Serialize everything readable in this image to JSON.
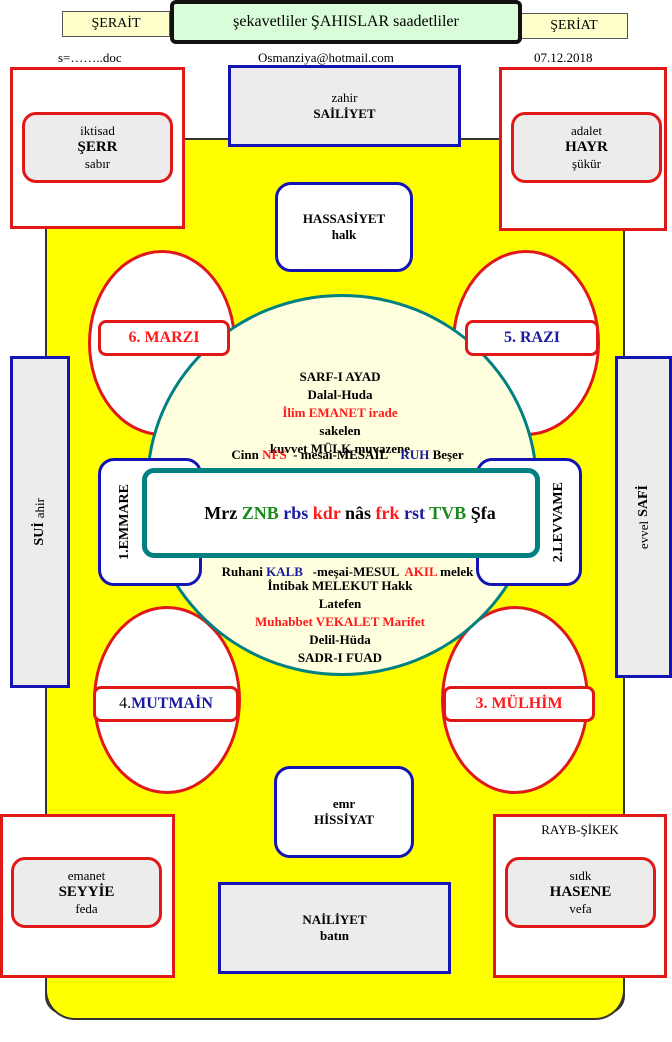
{
  "header": {
    "left_tab": "ŞERAİT",
    "right_tab": "ŞERİAT",
    "title": "şekavetliler  ŞAHISLAR  saadetliler",
    "file": "s=……..doc",
    "email": "Osmanziya@hotmail.com",
    "date": "07.12.2018"
  },
  "top_center": {
    "line1": "zahir",
    "line2": "SAİLİYET"
  },
  "bottom_center": {
    "line1": "NAİLİYET",
    "line2": "batın"
  },
  "hassasiyet": {
    "line1": "HASSASİYET",
    "line2": "halk"
  },
  "hissiyat": {
    "line1": "emr",
    "line2": "HİSSİYAT"
  },
  "corner_tl": {
    "line1": "iktisad",
    "line2": "ŞERR",
    "line3": "sabır"
  },
  "corner_tr": {
    "line1": "adalet",
    "line2": "HAYR",
    "line3": "şükür"
  },
  "corner_bl": {
    "line1": "emanet",
    "line2": "SEYYİE",
    "line3": "feda"
  },
  "corner_br": {
    "top": "RAYB-ŞİKEK",
    "line1": "sıdk",
    "line2": "HASENE",
    "line3": "vefa"
  },
  "left_side": {
    "line1": "SUİ",
    "line2": "ahir"
  },
  "right_side": {
    "line1": "evvel",
    "line2": "SAFİ"
  },
  "ovals": {
    "marzi": "6. MARZI",
    "razi": "5. RAZI",
    "mutmain_num": "4. ",
    "mutmain": "MUTMAİN",
    "mulhim": "3. MÜLHİM"
  },
  "emmare": "1.EMMARE",
  "levvame": "2.LEVVAME",
  "upper_text": {
    "l1": "SARF-I AYAD",
    "l2": "Dalal-Huda",
    "l3": "İlim EMANET irade",
    "l4": "sakelen",
    "l5": "kuvvet   MÜLK muvazene"
  },
  "lower_text": {
    "l1": "İntibak MELEKUT  Hakk",
    "l2": "Latefen",
    "l3": "Muhabbet VEKALET Marifet",
    "l4": "Delil-Hüda",
    "l5": "SADR-I FUAD"
  },
  "core": {
    "r1": {
      "a": "Cinn ",
      "b": "NFS",
      "c": "  - mesai-MESAİL    ",
      "d": "RUH",
      "e": " Beşer"
    },
    "r2": {
      "a": "Mrz ",
      "b": "ZNB",
      "c": " rbs ",
      "d": "kdr",
      "e": " nâs ",
      "f": "frk",
      "g": " rst ",
      "h": "TVB",
      "i": " Şfa"
    },
    "r3": {
      "a": "Ruhani ",
      "b": "KALB",
      "c": "   -meşai-MESUL  ",
      "d": "AKIL",
      "e": " melek"
    }
  }
}
